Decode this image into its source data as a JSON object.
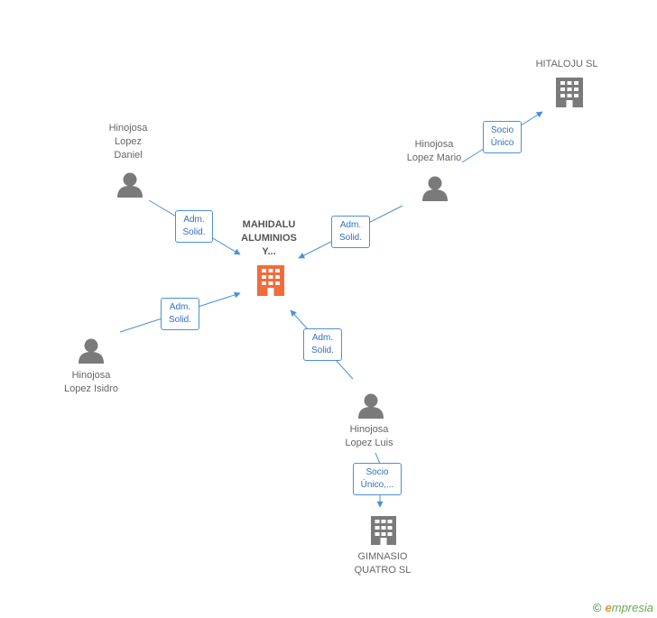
{
  "nodes": {
    "center": {
      "lines": [
        "MAHIDALU",
        "ALUMINIOS",
        "Y..."
      ],
      "icon": "building-icon",
      "color": "#f26b3a"
    },
    "hitaloju": {
      "lines": [
        "HITALOJU SL"
      ],
      "icon": "building-icon",
      "color": "#7a7a7a"
    },
    "gimnasio": {
      "lines": [
        "GIMNASIO",
        "QUATRO SL"
      ],
      "icon": "building-icon",
      "color": "#7a7a7a"
    },
    "daniel": {
      "lines": [
        "Hinojosa",
        "Lopez",
        "Daniel"
      ],
      "icon": "person-icon"
    },
    "mario": {
      "lines": [
        "Hinojosa",
        "Lopez Mario"
      ],
      "icon": "person-icon"
    },
    "isidro": {
      "lines": [
        "Hinojosa",
        "Lopez Isidro"
      ],
      "icon": "person-icon"
    },
    "luis": {
      "lines": [
        "Hinojosa",
        "Lopez Luis"
      ],
      "icon": "person-icon"
    }
  },
  "edges": {
    "daniel_center": [
      "Adm.",
      "Solid."
    ],
    "mario_center": [
      "Adm.",
      "Solid."
    ],
    "isidro_center": [
      "Adm.",
      "Solid."
    ],
    "luis_center": [
      "Adm.",
      "Solid."
    ],
    "mario_hitaloju": [
      "Socio",
      "Único"
    ],
    "luis_gimnasio": [
      "Socio",
      "Único,..."
    ]
  },
  "footer": {
    "copyright": "©",
    "brand_first": "e",
    "brand_rest": "mpresia"
  },
  "colors": {
    "edge": "#4a90d9",
    "person": "#7a7a7a"
  }
}
